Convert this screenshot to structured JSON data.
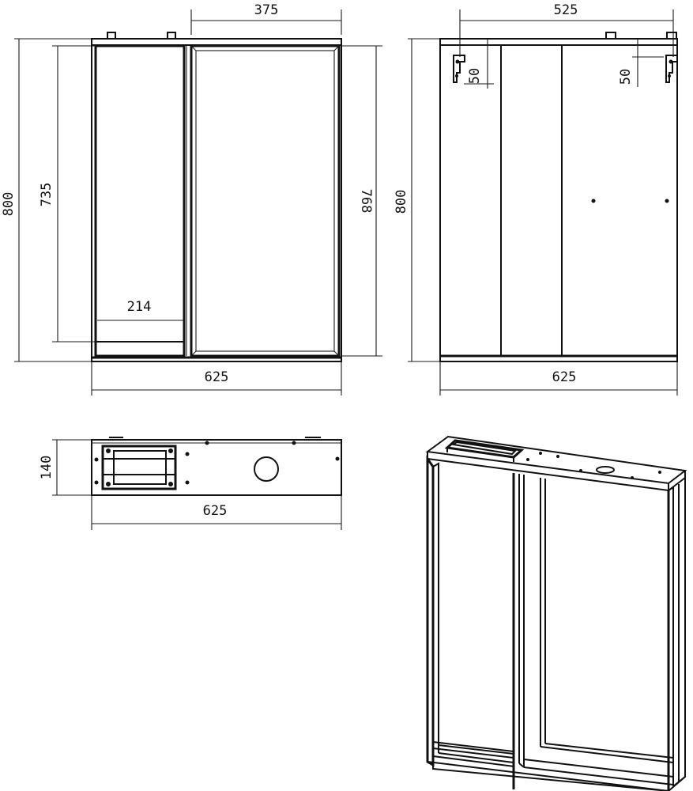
{
  "drawing": {
    "front_view": {
      "overall_height": "800",
      "mirror_door_width": "375",
      "open_shelf_height": "735",
      "mirror_height": "768",
      "shelf_width": "214",
      "overall_width": "625"
    },
    "back_view": {
      "inner_width": "525",
      "hanger_offset_left": "50",
      "hanger_offset_right": "50",
      "overall_height": "800",
      "overall_width": "625"
    },
    "top_view": {
      "depth": "140",
      "overall_width": "625"
    }
  }
}
